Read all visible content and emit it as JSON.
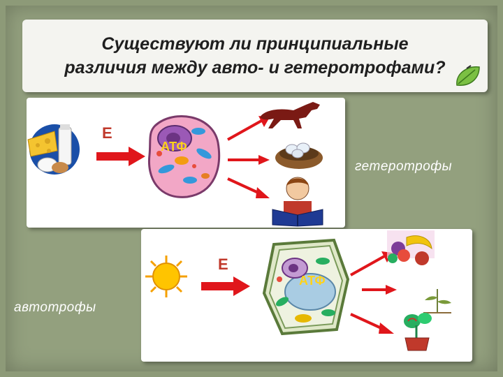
{
  "title": {
    "line1": "Существуют ли принципиальные",
    "line2": "различия между авто- и гетеротрофами?"
  },
  "heterotrophs": {
    "energy_label": "Е",
    "atp_label": "АТФ",
    "caption": "гетеротрофы",
    "icons": [
      "food-icon",
      "animal-cell-icon",
      "dog-icon",
      "bird-nest-icon",
      "reading-boy-icon"
    ]
  },
  "autotrophs": {
    "energy_label": "Е",
    "atp_label": "АТФ",
    "caption": "автотрофы",
    "icons": [
      "sun-icon",
      "plant-cell-icon",
      "fruits-icon",
      "seedling-icon",
      "potted-plant-icon"
    ]
  },
  "colors": {
    "arrow": "#e0161b",
    "atp": "#ffd21a",
    "energy": "#c0392b",
    "background": "#93a07e"
  }
}
